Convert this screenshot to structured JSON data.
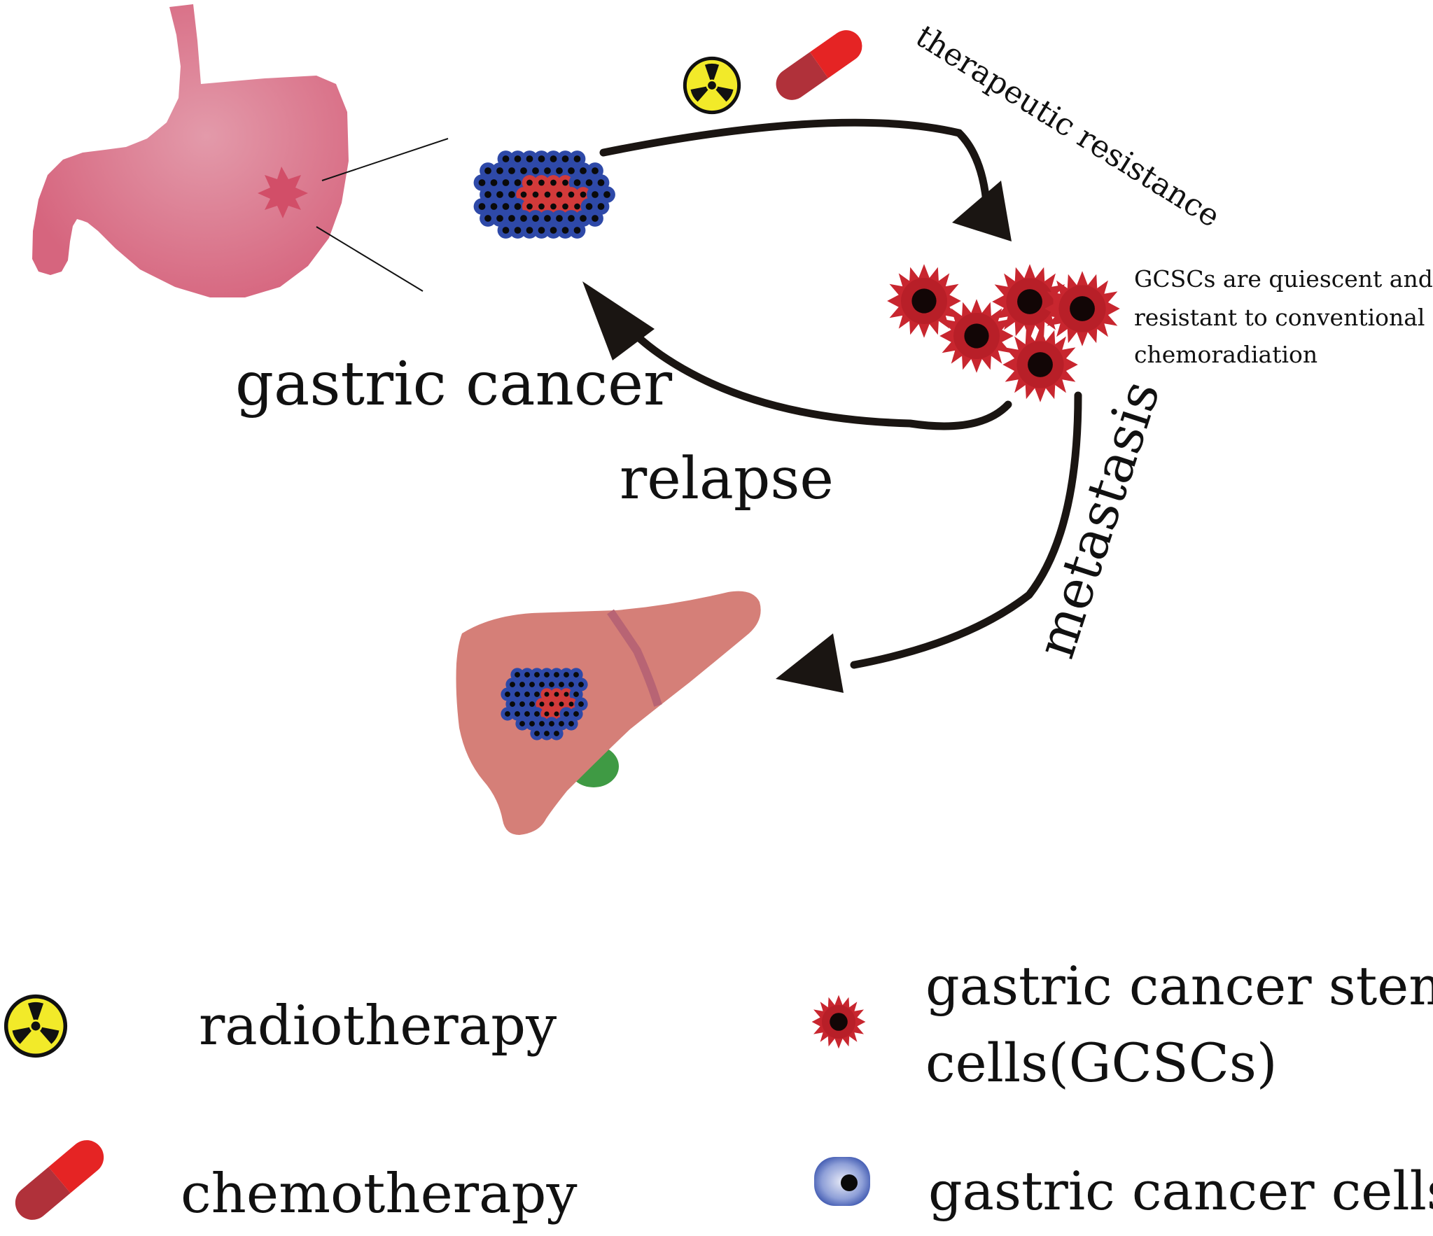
{
  "labels": {
    "stomach": "gastric cancer",
    "therapeutic_resistance": "therapeutic resistance",
    "gcsc_note_line1": "GCSCs are quiescent and",
    "gcsc_note_line2": "resistant to conventional",
    "gcsc_note_line3": "chemoradiation",
    "relapse": "relapse",
    "metastasis": "metastasis"
  },
  "legend": {
    "radiotherapy": "radiotherapy",
    "chemotherapy": "chemotherapy",
    "gcsc_line1": "gastric cancer stem",
    "gcsc_line2": "cells(GCSCs)",
    "cancer_cells": "gastric cancer cells"
  },
  "colors": {
    "stomach": "#d6657e",
    "stomach_highlight": "#e39aaa",
    "liver": "#d57f78",
    "liver_fissure": "#b86474",
    "gallbladder": "#3f9a44",
    "gcsc_red": "#c8262f",
    "cancer_cell_blue": "#2e49a8",
    "radiation_yellow": "#f2ea29",
    "pill_red": "#e52424",
    "pill_dark_red": "#b0313a",
    "arrow": "#1a1512"
  },
  "icons": {
    "radiation": "radiation-icon",
    "pill": "pill-icon",
    "gcsc": "gcsc-cell-icon",
    "cancer_cell": "cancer-cell-icon"
  }
}
